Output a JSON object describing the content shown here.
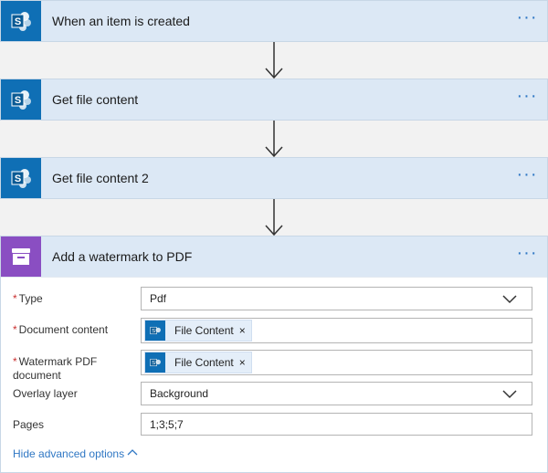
{
  "steps": [
    {
      "title": "When an item is created",
      "icon": "sharepoint-icon"
    },
    {
      "title": "Get file content",
      "icon": "sharepoint-icon"
    },
    {
      "title": "Get file content 2",
      "icon": "sharepoint-icon"
    }
  ],
  "action": {
    "title": "Add a watermark to PDF",
    "icon": "archive-icon",
    "fields": {
      "type": {
        "label": "Type",
        "value": "Pdf"
      },
      "document_content": {
        "label": "Document content",
        "token": "File Content"
      },
      "watermark": {
        "label_line1": "Watermark PDF",
        "label_line2": "document",
        "token": "File Content"
      },
      "overlay": {
        "label": "Overlay layer",
        "value": "Background"
      },
      "pages": {
        "label": "Pages",
        "value": "1;3;5;7"
      }
    },
    "advanced_link": "Hide advanced options"
  },
  "more_label": "···",
  "required_mark": "*",
  "remove_mark": "×",
  "colors": {
    "accent": "#2f77c4",
    "sharepoint": "#0f6fb5",
    "encodian": "#8a4ec2",
    "header_bg": "#dce8f5"
  }
}
